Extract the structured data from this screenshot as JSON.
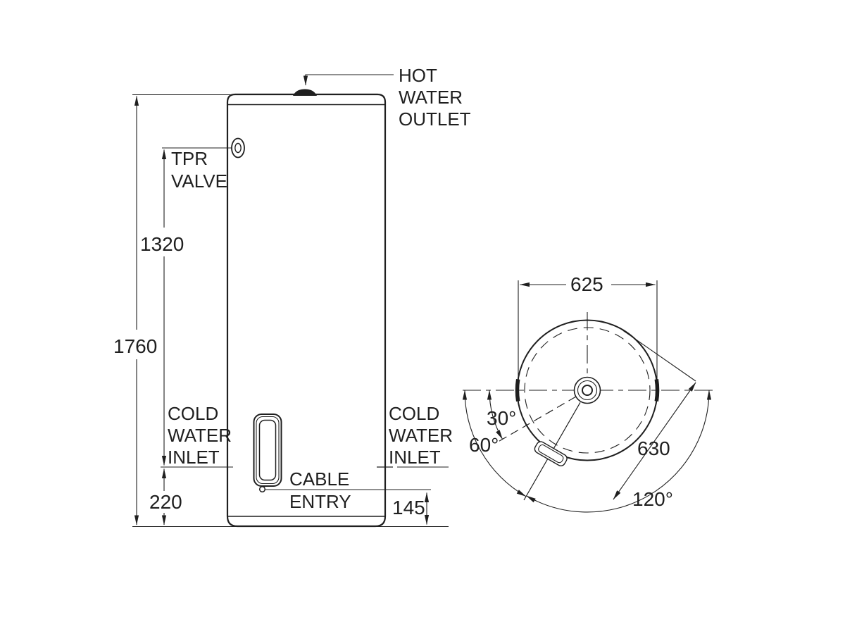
{
  "title": "Electric storage water heater dimension diagram",
  "colors": {
    "line": "#1f1f1f",
    "background": "#ffffff"
  },
  "front_view": {
    "labels": {
      "hot_water_outlet": [
        "HOT",
        "WATER",
        "OUTLET"
      ],
      "tpr_valve": [
        "TPR",
        "VALVE"
      ],
      "cold_water_inlet_left": [
        "COLD",
        "WATER",
        "INLET"
      ],
      "cold_water_inlet_right": [
        "COLD",
        "WATER",
        "INLET"
      ],
      "cable_entry": [
        "CABLE",
        "ENTRY"
      ]
    },
    "dimensions": {
      "overall_height": "1760",
      "tpr_valve_height": "1320",
      "cold_water_inlet_height": "220",
      "cable_entry_height": "145"
    }
  },
  "plan_view": {
    "dimensions": {
      "tank_diameter": "625",
      "overall_diameter": "630",
      "angle_30": "30°",
      "angle_60": "60°",
      "angle_120": "120°"
    }
  }
}
